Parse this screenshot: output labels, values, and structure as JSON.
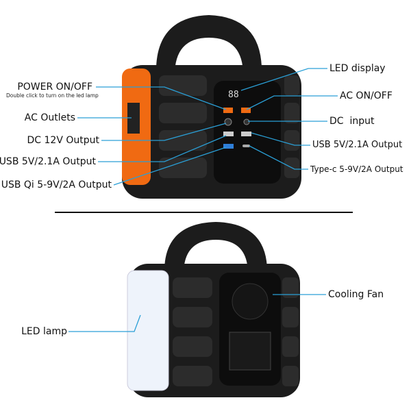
{
  "colors": {
    "leader": "#2a9fd6",
    "body": "#1c1c1c",
    "orange": "#f06a12",
    "lamp": "#eef3fb"
  },
  "top_labels": {
    "power": "POWER ON/OFF",
    "power_note": "Double click to turn on the led lamp",
    "ac_outlets": "AC Outlets",
    "dc12": "DC 12V Output",
    "usb_left": "USB 5V/2.1A Output",
    "usb_qi": "USB Qi 5-9V/2A Output",
    "led_display": "LED display",
    "ac_onoff": "AC ON/OFF",
    "dc_input": "DC  input",
    "usb_right": "USB 5V/2.1A Output",
    "type_c": "Type-c 5-9V/2A Output"
  },
  "bottom_labels": {
    "cooling_fan": "Cooling Fan",
    "led_lamp": "LED lamp"
  },
  "display": {
    "readout": "88"
  }
}
